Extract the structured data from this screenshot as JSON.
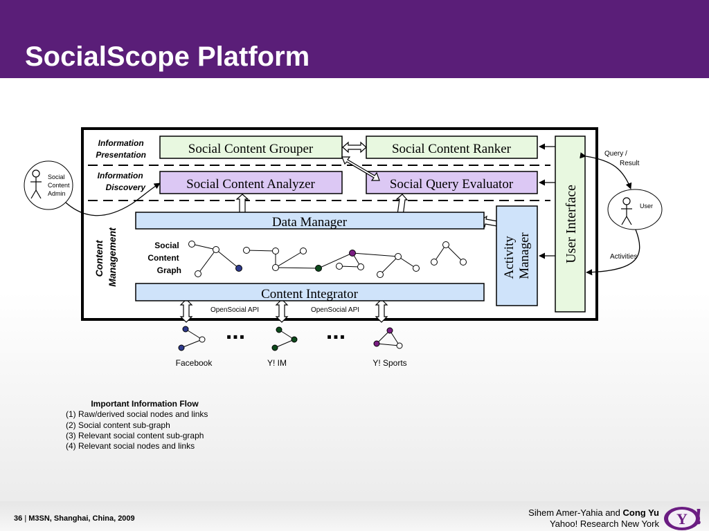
{
  "title": "SocialScope Platform",
  "layers": {
    "presentation": [
      "Information",
      "Presentation"
    ],
    "discovery": [
      "Information",
      "Discovery"
    ],
    "management": [
      "Content",
      "Management"
    ]
  },
  "components": {
    "grouper": "Social Content Grouper",
    "ranker": "Social Content Ranker",
    "analyzer": "Social Content Analyzer",
    "evaluator": "Social Query Evaluator",
    "data_manager": "Data Manager",
    "content_integrator": "Content Integrator",
    "activity_manager": [
      "Activity",
      "Manager"
    ],
    "user_interface": "User Interface"
  },
  "graph_label": [
    "Social",
    "Content",
    "Graph"
  ],
  "actors": {
    "admin": [
      "Social",
      "Content",
      "Admin"
    ],
    "user": "User"
  },
  "flows": {
    "query": [
      "Query /",
      "Result"
    ],
    "activities": "Activities"
  },
  "api_label": "OpenSocial API",
  "ellipsis": "...",
  "sources": [
    "Facebook",
    "Y! IM",
    "Y! Sports"
  ],
  "notes": {
    "heading": "Important Information Flow",
    "items": [
      "(1) Raw/derived social nodes and links",
      "(2) Social content sub-graph",
      "(3) Relevant social content sub-graph",
      "(4) Relevant social nodes and links"
    ]
  },
  "footer": {
    "slide_number": "36",
    "separator": "|",
    "event": "M3SN, Shanghai, China, 2009",
    "author_plain": "Sihem Amer-Yahia and",
    "author_bold": "Cong Yu",
    "affiliation": "Yahoo! Research New York"
  },
  "logo": {
    "letter": "Y",
    "mark": "!"
  },
  "colors": {
    "header": "#5a1e78",
    "green_box": "#e8f8e0",
    "purple_box": "#dcc8f4",
    "blue_box": "#cfe3fa",
    "node_blue": "#2e3a8c",
    "node_green": "#0e4a1c",
    "node_purple": "#7a1e82"
  }
}
